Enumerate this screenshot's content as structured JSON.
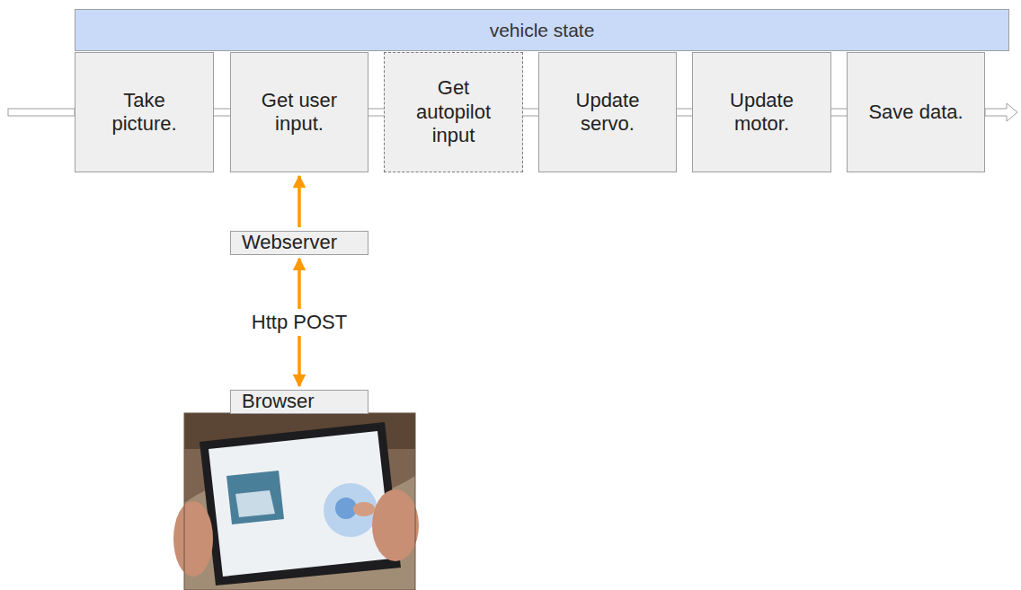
{
  "diagram": {
    "nodes": [
      {
        "text": [
          "vehicle state"
        ]
      },
      {
        "text": [
          "Take picture."
        ]
      },
      {
        "text": [
          "Get user input."
        ]
      },
      {
        "text": [
          "Get autopilot input"
        ]
      },
      {
        "text": [
          "Update servo."
        ]
      },
      {
        "text": [
          "Update motor."
        ]
      },
      {
        "text": [
          "Save data."
        ]
      },
      {
        "text": [
          "Webserver"
        ]
      },
      {
        "text": [
          "Browser"
        ]
      }
    ],
    "edges": [
      {
        "from": 1,
        "to": 2,
        "arrow": "none"
      },
      {
        "from": 2,
        "to": 3,
        "arrow": "none"
      },
      {
        "from": 3,
        "to": 4,
        "arrow": "none"
      },
      {
        "from": 4,
        "to": 5,
        "arrow": "none"
      },
      {
        "from": 5,
        "to": 6,
        "arrow": "none"
      },
      {
        "from": 7,
        "to": 2,
        "arrow": "to"
      },
      {
        "from": 8,
        "to": 7,
        "label": "Http POST",
        "arrow": "both"
      }
    ]
  }
}
